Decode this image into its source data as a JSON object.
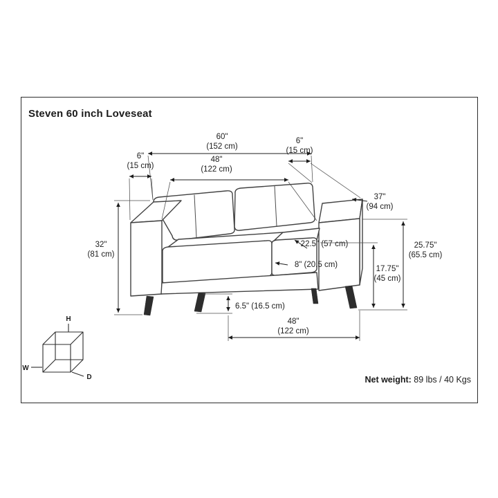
{
  "header": {
    "title": "Steven 60 inch Loveseat"
  },
  "footer": {
    "net_weight_label": "Net weight:",
    "net_weight_value": " 89 lbs / 40 Kgs"
  },
  "axis_cube": {
    "h": "H",
    "w": "W",
    "d": "D"
  },
  "dimensions": {
    "overall_width": {
      "inches": "60\"",
      "cm": "(152 cm)"
    },
    "right_arm_width": {
      "inches": "6\"",
      "cm": "(15 cm)"
    },
    "left_arm_width": {
      "inches": "6\"",
      "cm": "(15 cm)"
    },
    "inner_width": {
      "inches": "48\"",
      "cm": "(122 cm)"
    },
    "overall_depth": {
      "inches": "37\"",
      "cm": "(94 cm)"
    },
    "overall_height": {
      "inches": "32\"",
      "cm": "(81 cm)"
    },
    "seat_depth": {
      "label": "22.5\" (57 cm)"
    },
    "seat_cushion_thickness": {
      "label": "8\" (20.5 cm)"
    },
    "arm_height": {
      "inches": "25.75\"",
      "cm": "(65.5 cm)"
    },
    "seat_height": {
      "inches": "17.75\"",
      "cm": "(45 cm)"
    },
    "leg_height": {
      "label": "6.5\" (16.5 cm)"
    },
    "leg_span": {
      "inches": "48\"",
      "cm": "(122 cm)"
    }
  }
}
